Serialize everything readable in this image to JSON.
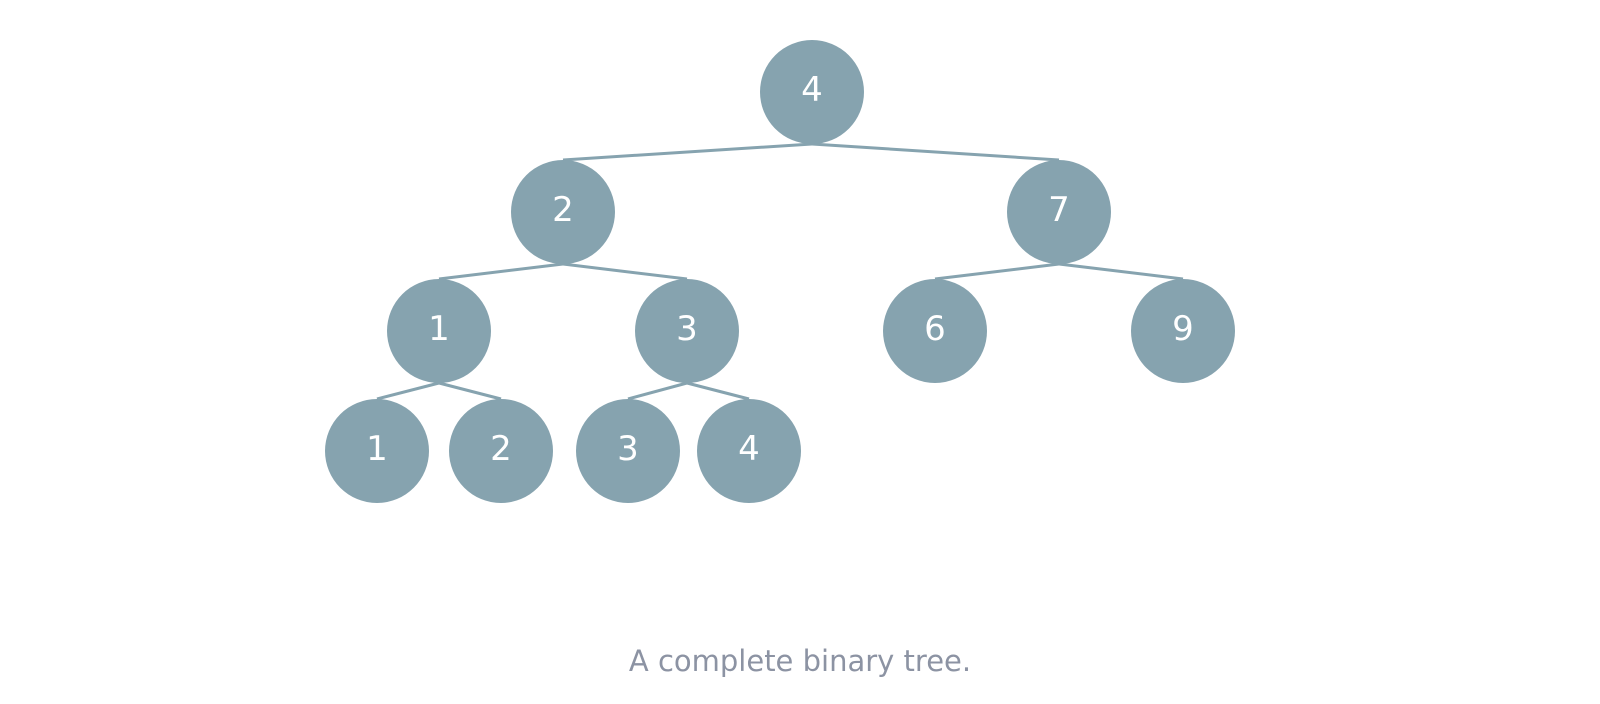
{
  "diagram": {
    "type": "binary-tree",
    "colors": {
      "node_fill": "#86a3af",
      "edge": "#86a3af",
      "label": "#ffffff",
      "caption": "#8c93a3"
    },
    "nodes": [
      {
        "id": "n0",
        "label": "4",
        "children": [
          "n1",
          "n2"
        ]
      },
      {
        "id": "n1",
        "label": "2",
        "children": [
          "n3",
          "n4"
        ]
      },
      {
        "id": "n2",
        "label": "7",
        "children": [
          "n5",
          "n6"
        ]
      },
      {
        "id": "n3",
        "label": "1",
        "children": [
          "n7",
          "n8"
        ]
      },
      {
        "id": "n4",
        "label": "3",
        "children": [
          "n9",
          "n10"
        ]
      },
      {
        "id": "n5",
        "label": "6",
        "children": []
      },
      {
        "id": "n6",
        "label": "9",
        "children": []
      },
      {
        "id": "n7",
        "label": "1",
        "children": []
      },
      {
        "id": "n8",
        "label": "2",
        "children": []
      },
      {
        "id": "n9",
        "label": "3",
        "children": []
      },
      {
        "id": "n10",
        "label": "4",
        "children": []
      }
    ]
  },
  "caption": "A complete binary tree."
}
